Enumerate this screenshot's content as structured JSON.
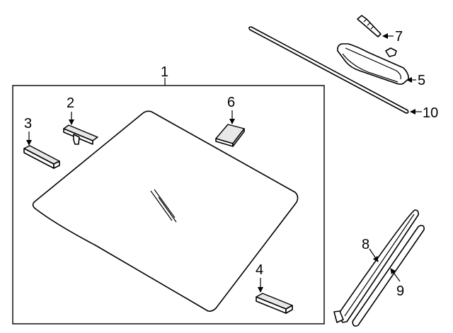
{
  "callouts": {
    "c1": "1",
    "c2": "2",
    "c3": "3",
    "c4": "4",
    "c5": "5",
    "c6": "6",
    "c7": "7",
    "c8": "8",
    "c9": "9",
    "c10": "10"
  },
  "colors": {
    "line": "#000000",
    "background": "#ffffff",
    "part_shade": "#e8e8e8"
  }
}
